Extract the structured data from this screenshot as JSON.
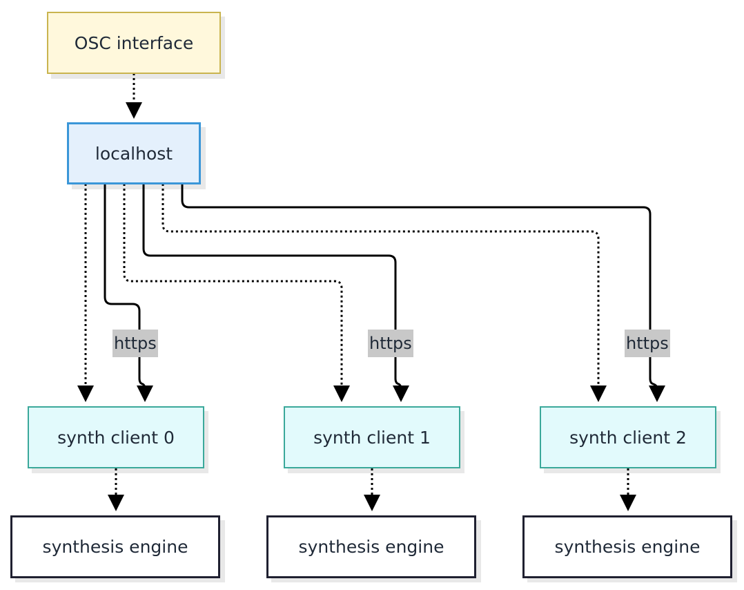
{
  "nodes": {
    "osc": {
      "label": "OSC interface"
    },
    "localhost": {
      "label": "localhost"
    },
    "clients": [
      {
        "label": "synth client 0"
      },
      {
        "label": "synth client 1"
      },
      {
        "label": "synth client 2"
      }
    ],
    "engines": [
      {
        "label": "synthesis engine"
      },
      {
        "label": "synthesis engine"
      },
      {
        "label": "synthesis engine"
      }
    ]
  },
  "edges": {
    "https_labels": [
      "https",
      "https",
      "https"
    ]
  },
  "colors": {
    "osc_fill": "#fff8dc",
    "osc_border": "#c9b44e",
    "localhost_fill": "#e4f0fc",
    "localhost_border": "#3a96d8",
    "client_fill": "#e2fafc",
    "client_border": "#3aa89a",
    "engine_fill": "#ffffff",
    "engine_border": "#1f2030",
    "edge": "#000000",
    "label_bg": "#c8c8c8"
  }
}
